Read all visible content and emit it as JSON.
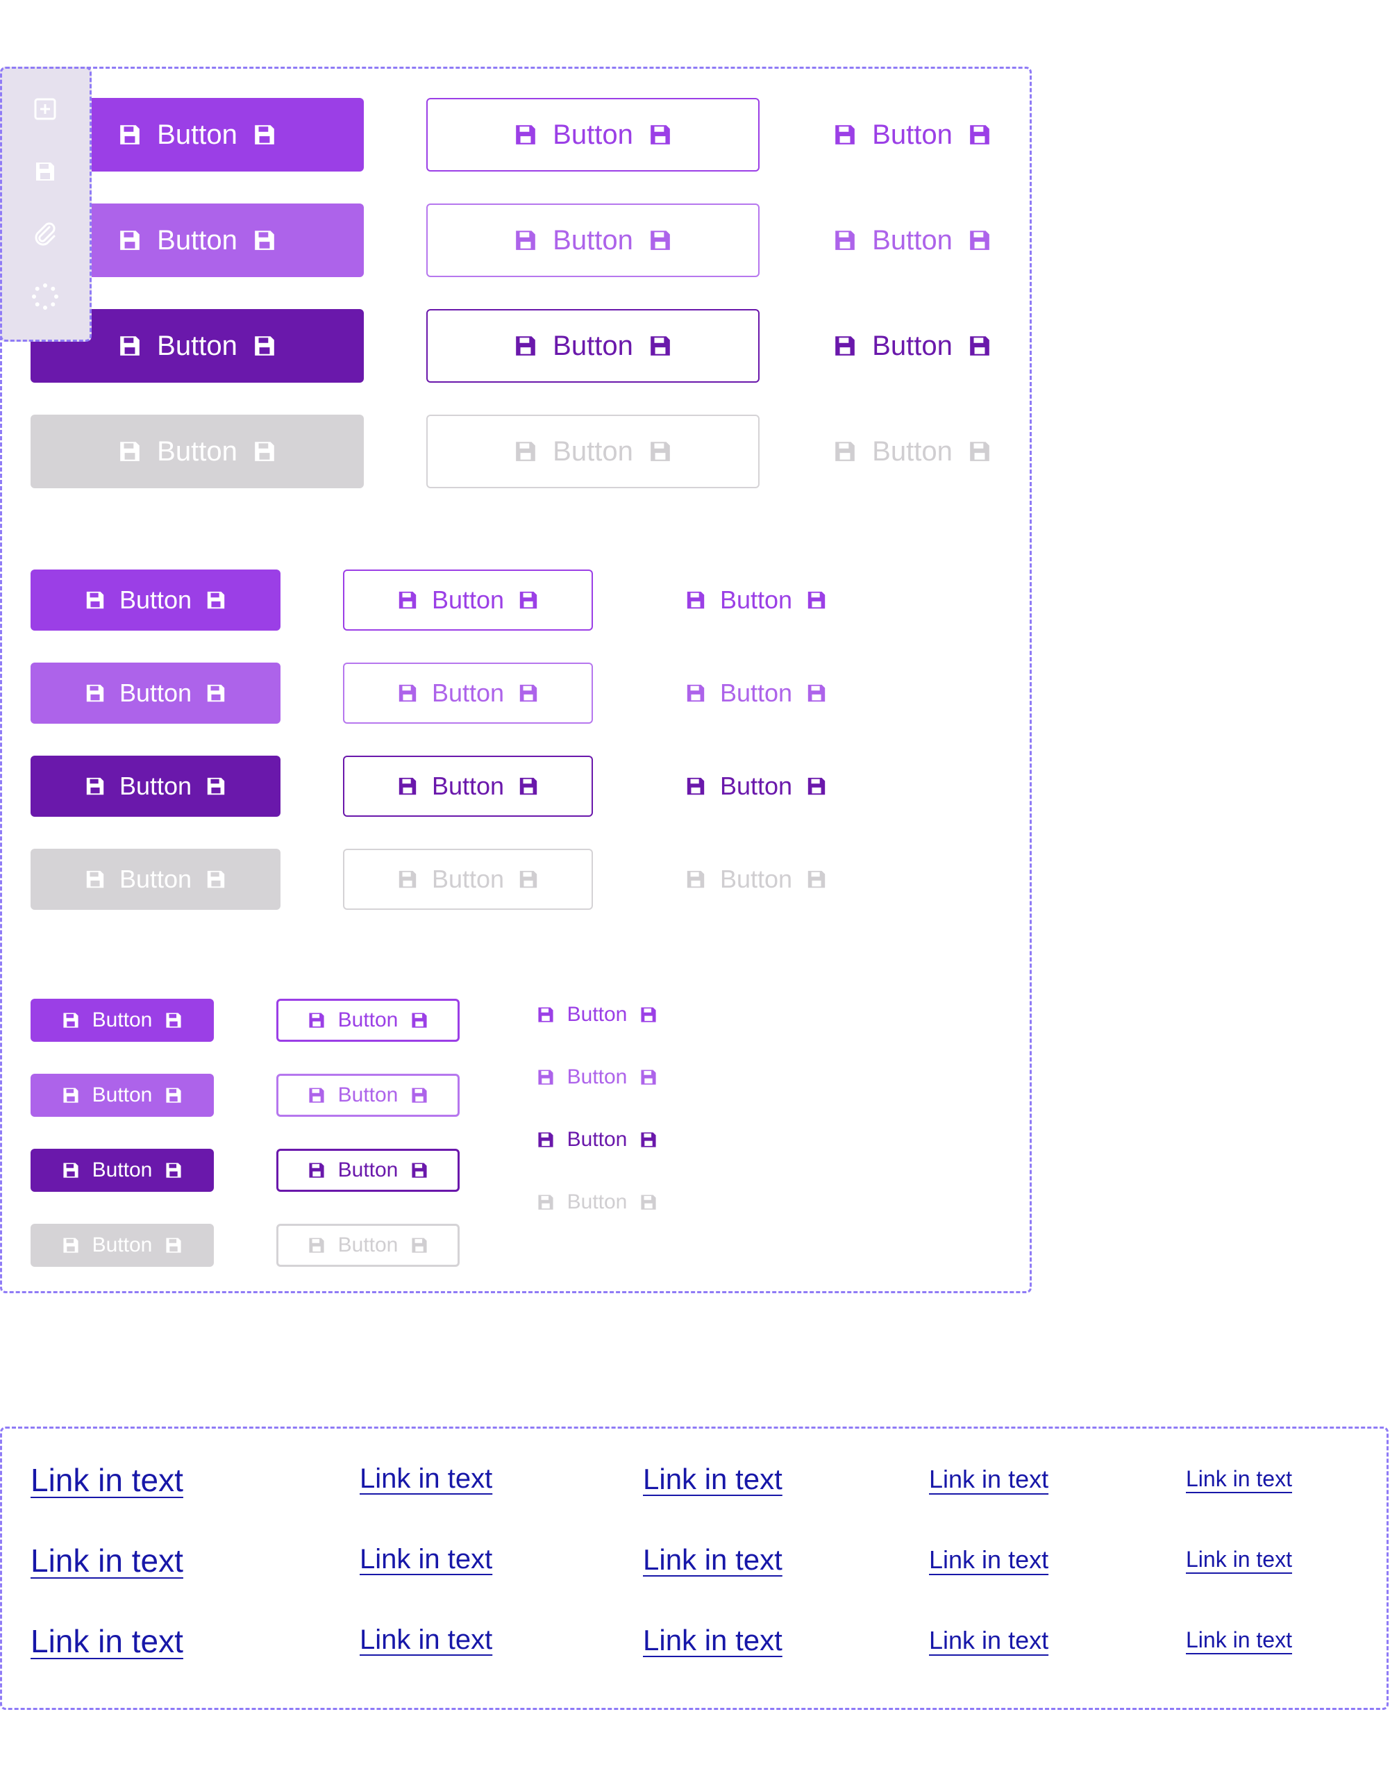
{
  "button_label": "Button",
  "button_icon": "save-icon",
  "button_states": [
    "default",
    "hover",
    "pressed",
    "disabled"
  ],
  "button_variants": [
    "filled",
    "outline",
    "text"
  ],
  "colors": {
    "primary": "#9b3fe6",
    "hover": "#ad63ea",
    "pressed": "#6a18ab",
    "disabled": "#d5d3d6",
    "link": "#1717a8",
    "frame_border": "#8f7bf6",
    "toolbar_bg": "#e6e1ee"
  },
  "toolbar": {
    "tools": [
      "add-icon",
      "save-icon",
      "paperclip-icon",
      "spinner-icon"
    ]
  },
  "link_label": "Link in text"
}
